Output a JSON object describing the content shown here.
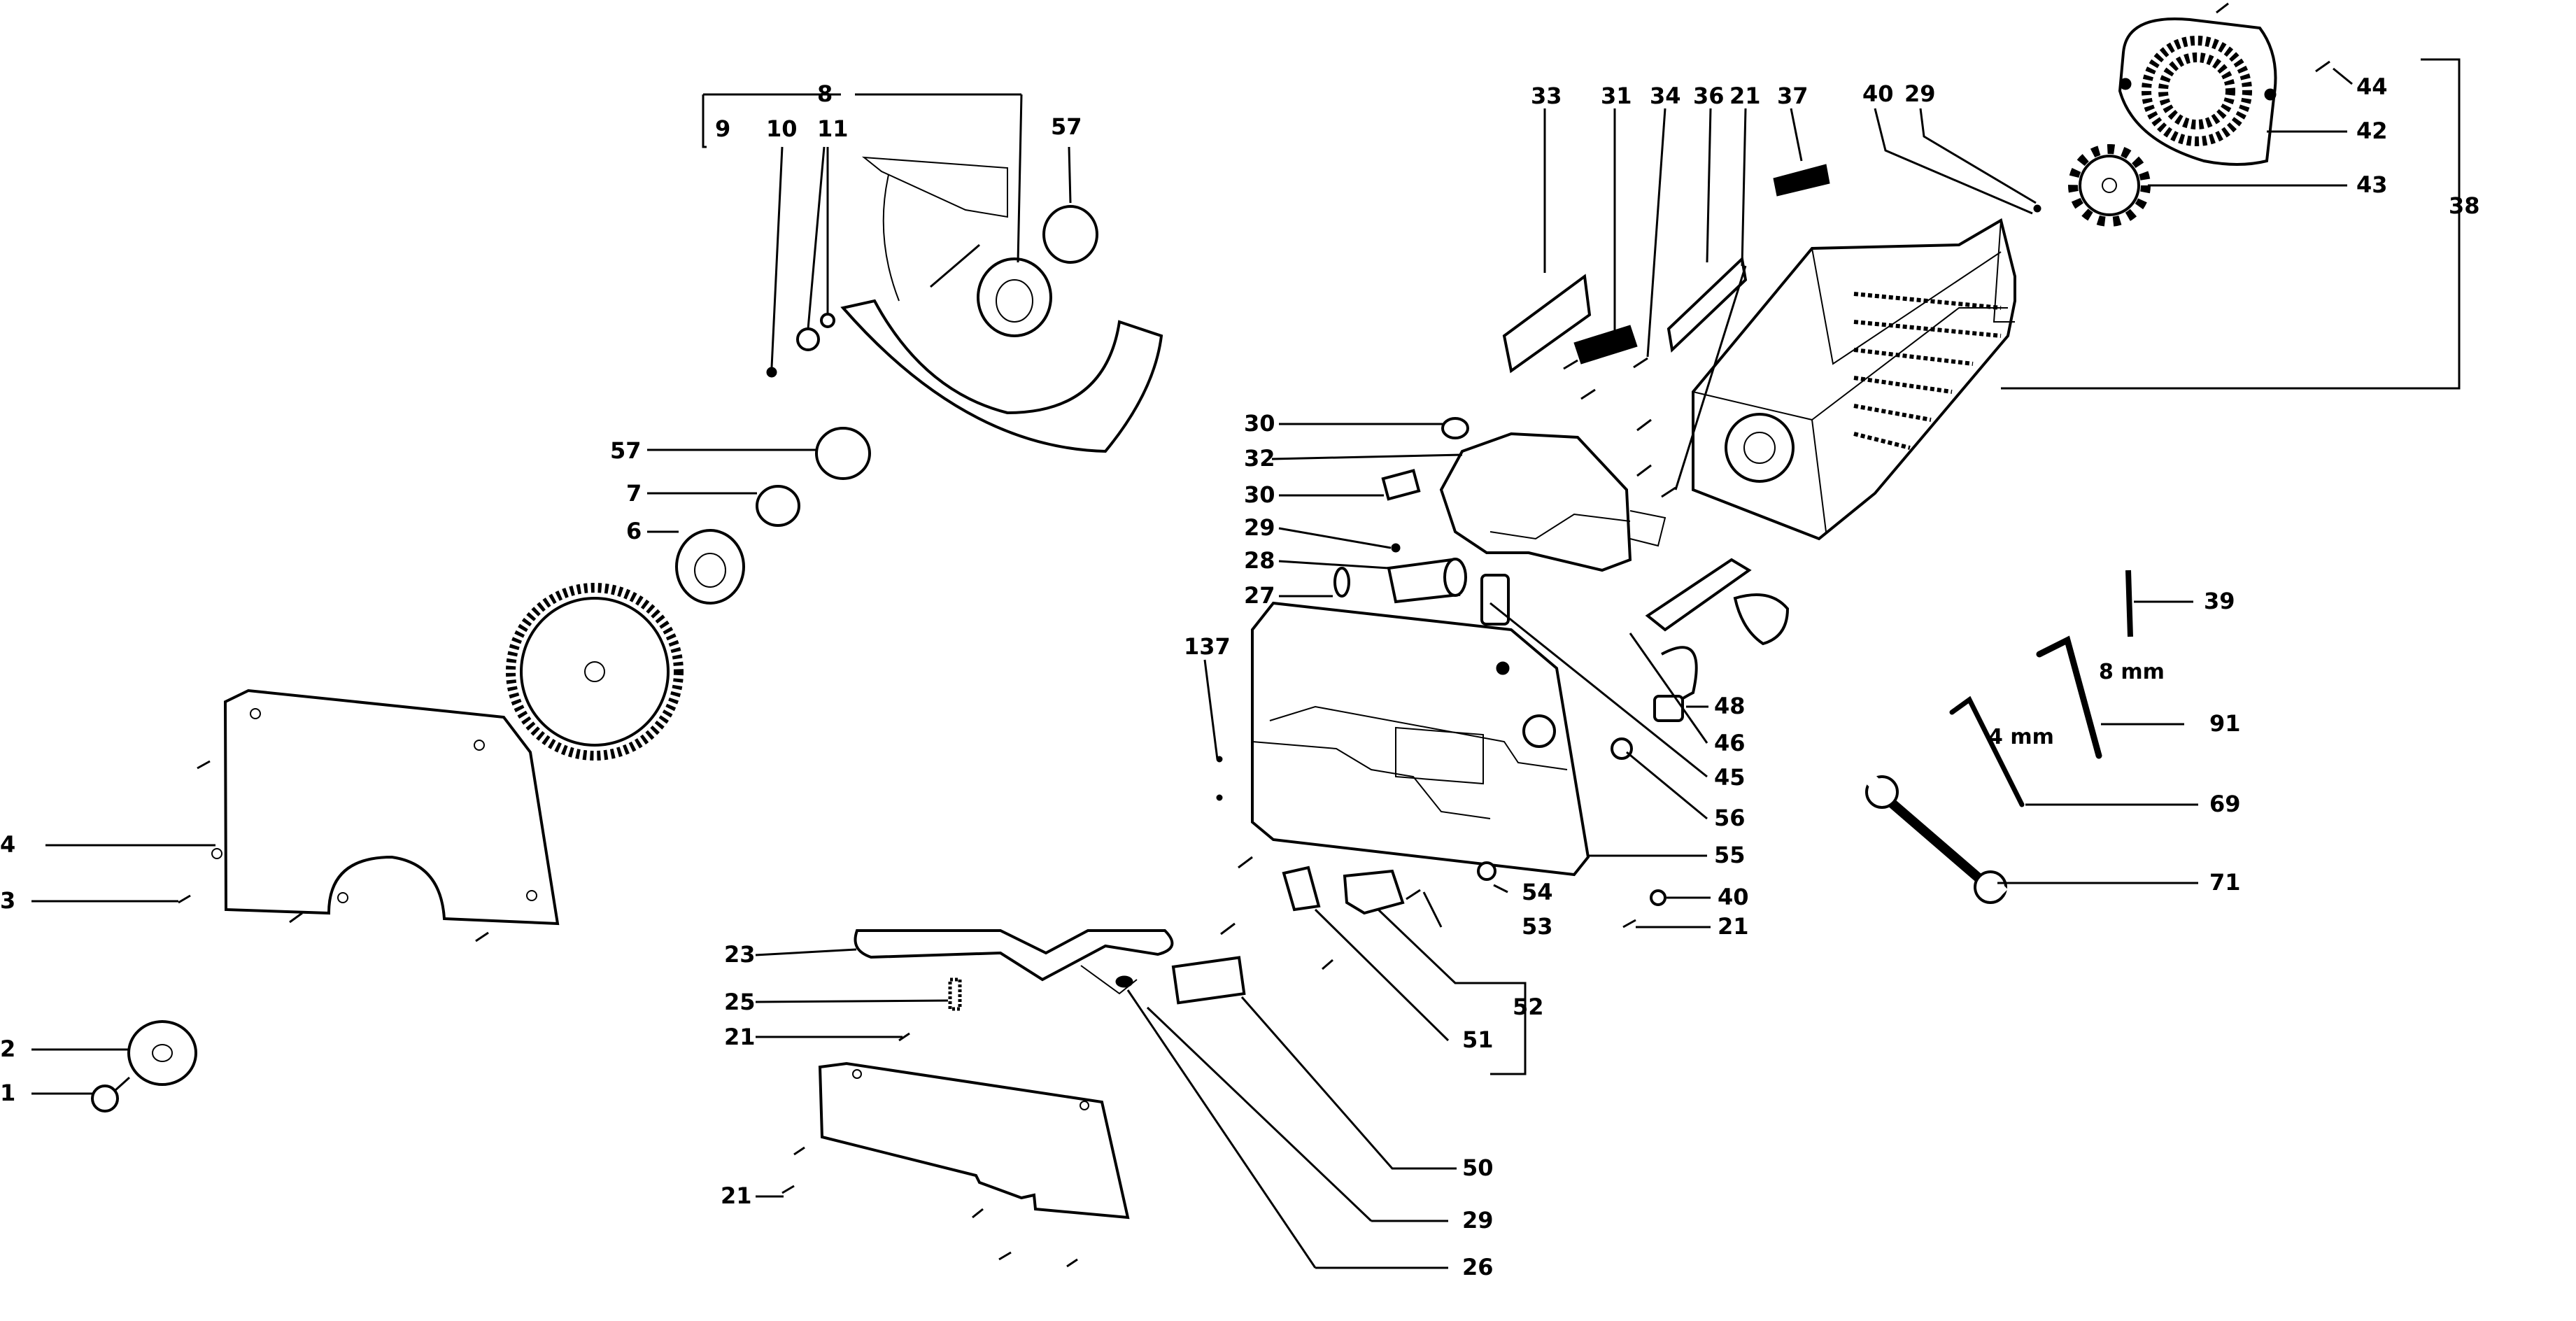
{
  "labels": {
    "l1": "1",
    "l2": "2",
    "l3": "3",
    "l4": "4",
    "l6": "6",
    "l7": "7",
    "l8": "8",
    "l9": "9",
    "l10": "10",
    "l11": "11",
    "l57a": "57",
    "l57b": "57",
    "l137": "137",
    "l23": "23",
    "l25": "25",
    "l21a": "21",
    "l21b": "21",
    "l30a": "30",
    "l32": "32",
    "l30b": "30",
    "l29a": "29",
    "l28": "28",
    "l27": "27",
    "l33": "33",
    "l31": "31",
    "l34": "34",
    "l36": "36",
    "l21c": "21",
    "l37": "37",
    "l40a": "40",
    "l29b": "29",
    "l44": "44",
    "l42": "42",
    "l43": "43",
    "l38": "38",
    "l48": "48",
    "l46": "46",
    "l45": "45",
    "l56": "56",
    "l55": "55",
    "l54": "54",
    "l53": "53",
    "l40b": "40",
    "l21d": "21",
    "l52": "52",
    "l51": "51",
    "l50": "50",
    "l29c": "29",
    "l26": "26",
    "l39": "39",
    "l8mm": "8 mm",
    "l91": "91",
    "l4mm": "4 mm",
    "l69": "69",
    "l71": "71"
  }
}
